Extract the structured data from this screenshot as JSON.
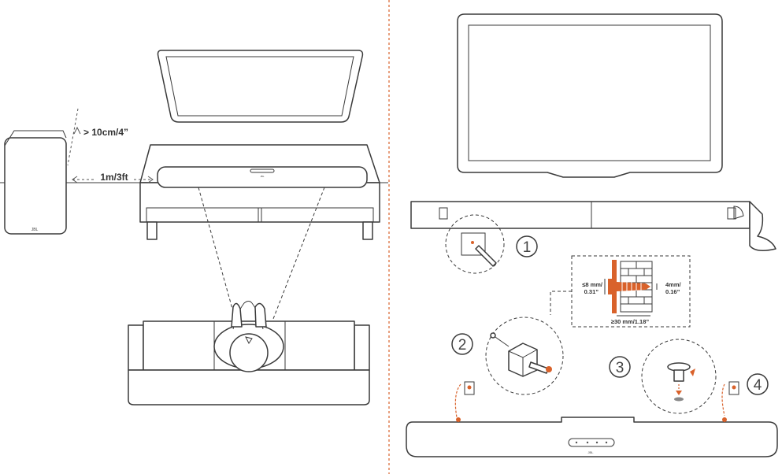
{
  "placement": {
    "wall_distance_label": "> 10cm/4”",
    "sub_distance_label": "1m/3ft",
    "sub_logo": "JBL"
  },
  "wall_mount": {
    "step_labels": [
      "1",
      "2",
      "3",
      "4"
    ],
    "screw_head_label_1": "≤8 mm/",
    "screw_head_label_2": "0.31”",
    "screw_gap_label_1": "4mm/",
    "screw_gap_label_2": "0.16”",
    "screw_length_label": "≥30 mm/1.18”",
    "soundbar_logo": "JBL"
  },
  "colors": {
    "accent": "#d9622b",
    "divider": "#d9622b",
    "line": "#3a3a3a"
  },
  "icons": [
    "drill-icon",
    "screwdriver-icon",
    "screw-icon",
    "brick-wall-icon",
    "bracket-icon"
  ]
}
